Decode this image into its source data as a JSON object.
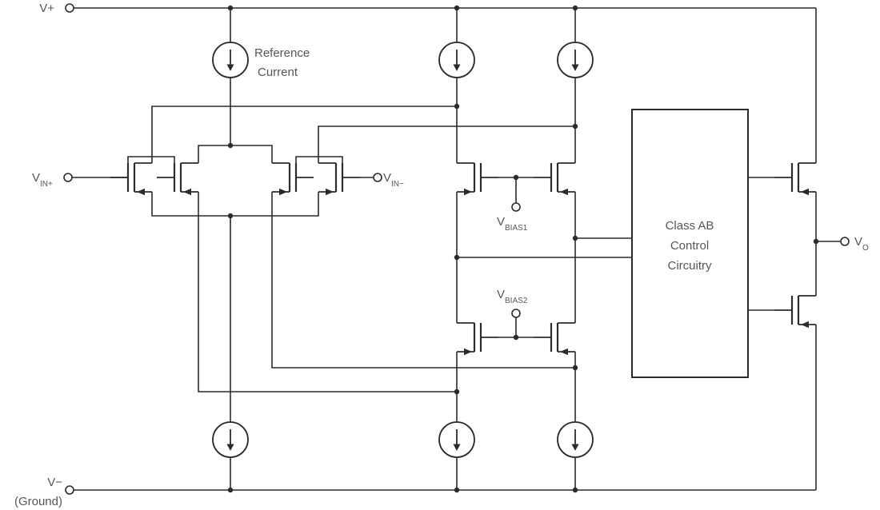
{
  "colors": {
    "line": "#2b2b2b",
    "text": "#55555c",
    "background": "#ffffff"
  },
  "labels": {
    "v_plus": "V+",
    "v_minus": "V−",
    "ground": "(Ground)",
    "reference_current": {
      "line1": "Reference",
      "line2": "Current"
    },
    "vin_plus": {
      "base": "V",
      "sub": "IN+"
    },
    "vin_minus": {
      "base": "V",
      "sub": "IN−"
    },
    "vbias1": {
      "base": "V",
      "sub": "BIAS1"
    },
    "vbias2": {
      "base": "V",
      "sub": "BIAS2"
    },
    "class_ab": {
      "line1": "Class AB",
      "line2": "Control",
      "line3": "Circuitry"
    },
    "vout": {
      "base": "V",
      "sub": "O"
    }
  },
  "components": {
    "current_sources": [
      "reference",
      "top-middle",
      "top-right",
      "bottom-left",
      "bottom-middle",
      "bottom-right"
    ],
    "transistors": [
      "input-inplus-n",
      "input-inplus-p",
      "input-inminus-p",
      "input-inminus-n",
      "cascode-top-left",
      "cascode-top-right",
      "cascode-bottom-left",
      "cascode-bottom-right",
      "output-top",
      "output-bottom"
    ],
    "box": "class-ab-control-circuitry"
  }
}
